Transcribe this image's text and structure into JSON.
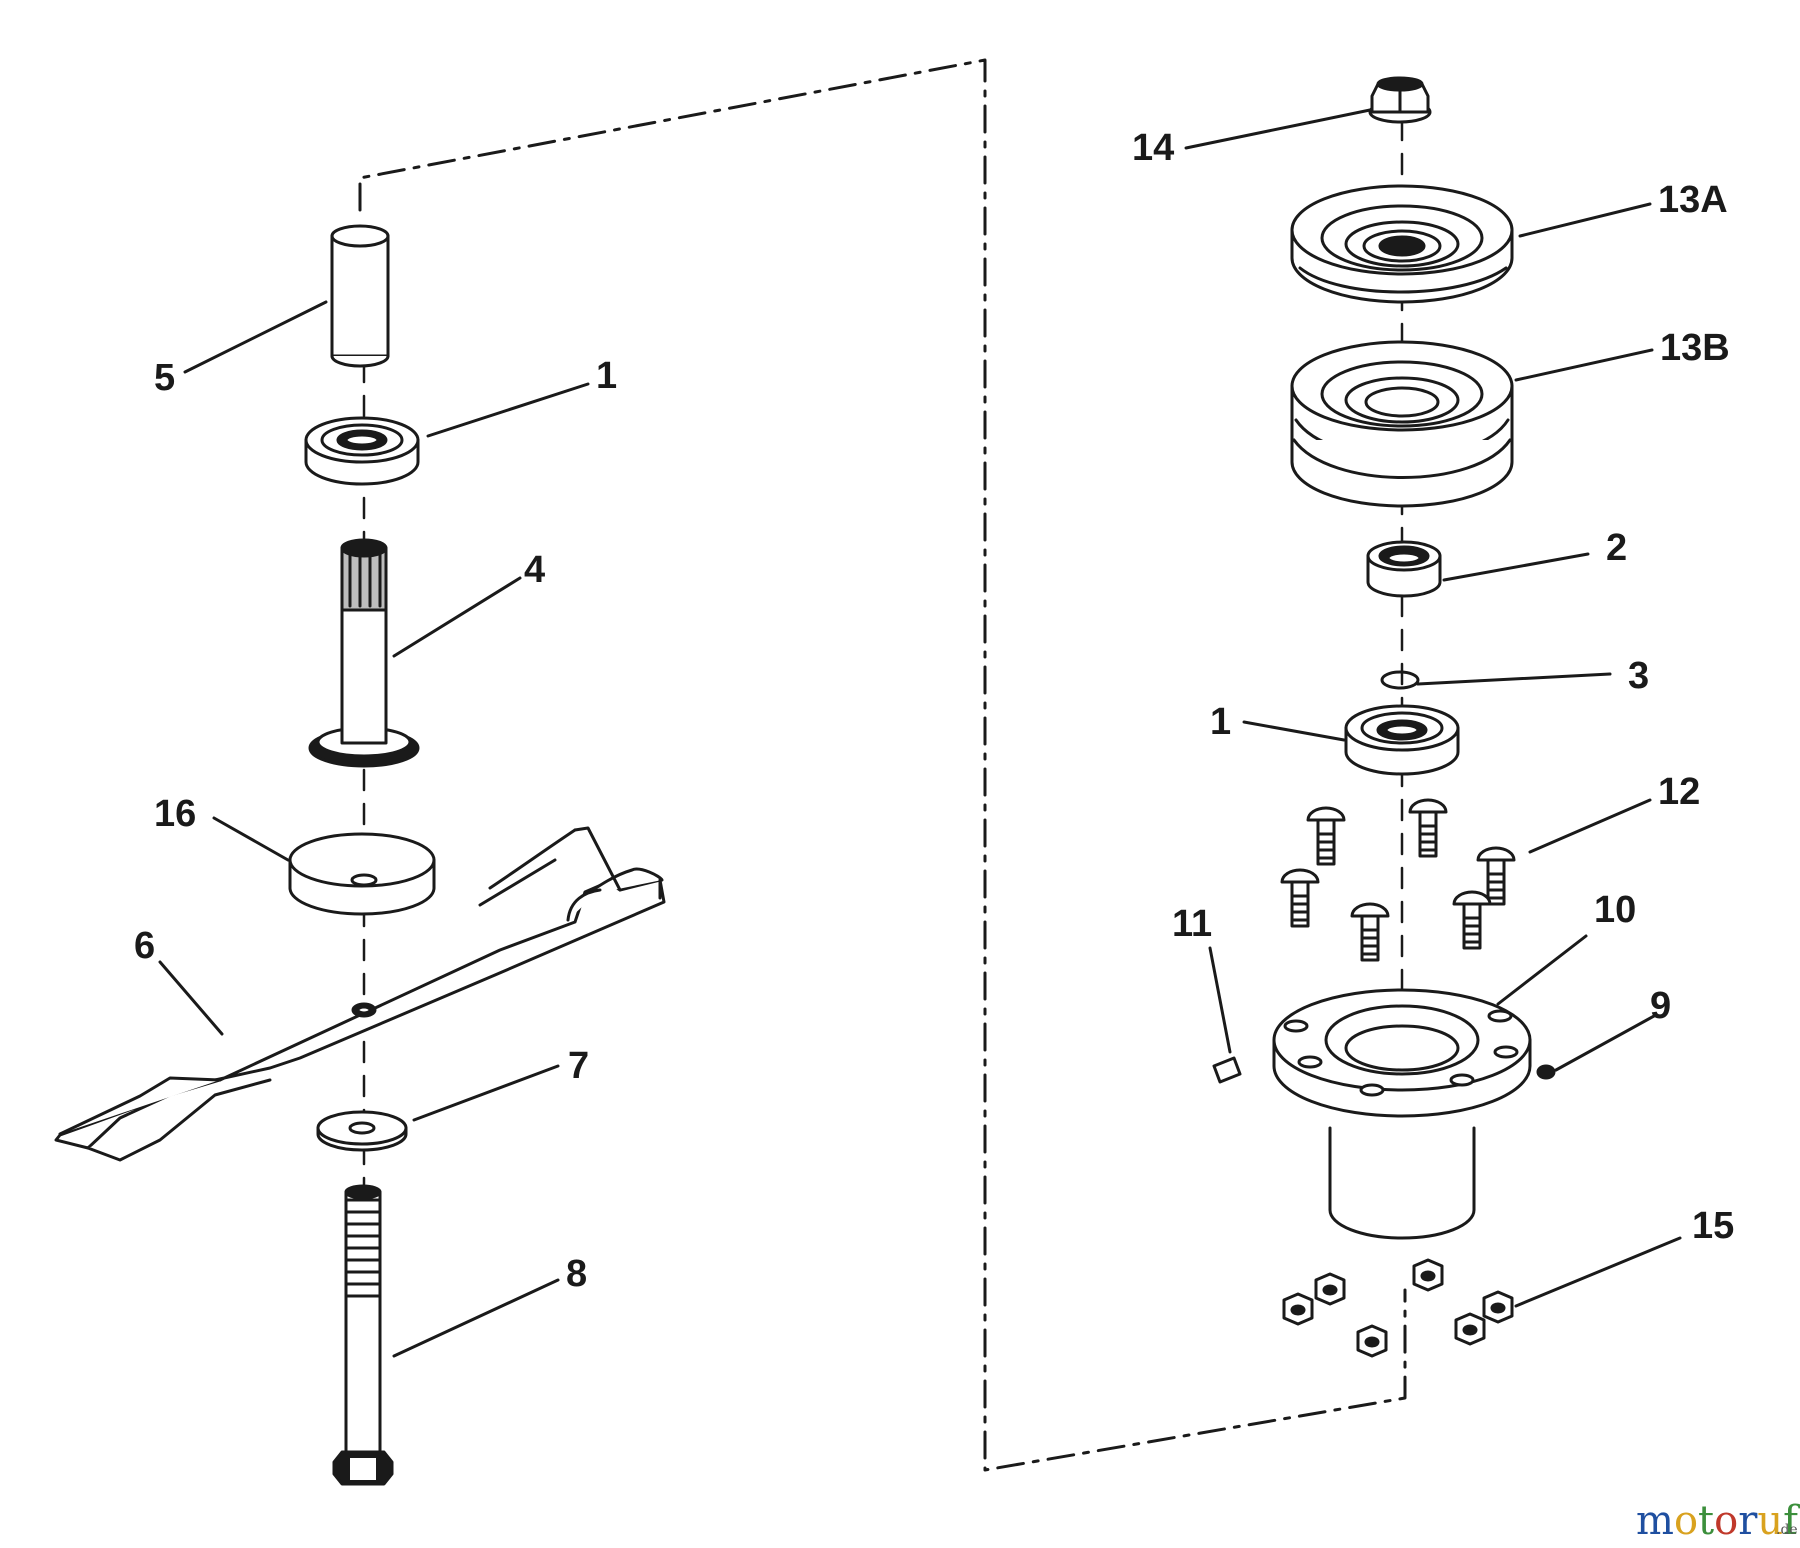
{
  "callouts": {
    "c5": "5",
    "c1_left": "1",
    "c4": "4",
    "c16": "16",
    "c6": "6",
    "c7": "7",
    "c8": "8",
    "c14": "14",
    "c13a": "13A",
    "c13b": "13B",
    "c2": "2",
    "c3": "3",
    "c1_right": "1",
    "c12": "12",
    "c11": "11",
    "c10": "10",
    "c9": "9",
    "c15": "15"
  },
  "watermark": {
    "m": "m",
    "o1": "o",
    "t": "t",
    "o2": "o",
    "r": "r",
    "u": "u",
    "f": "f",
    "tld": ".de"
  },
  "colors": {
    "line": "#1a1a1a",
    "wm_m": "#1f4fa0",
    "wm_o1": "#d9a21f",
    "wm_t": "#3c8f3c",
    "wm_o2": "#c0392b",
    "wm_r": "#1f4fa0",
    "wm_u": "#d9a21f",
    "wm_f": "#3c8f3c"
  }
}
